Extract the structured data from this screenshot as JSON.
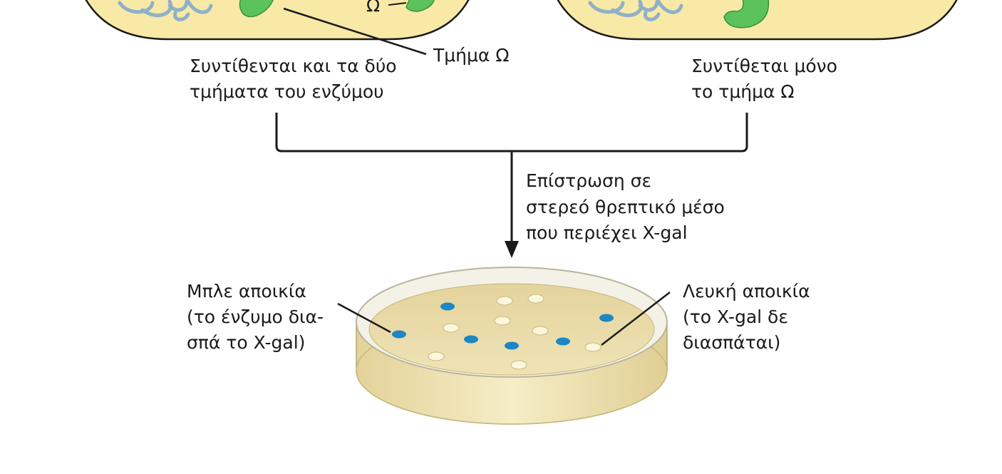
{
  "top_labels": {
    "omega_small": "Ω",
    "segment_omega": "Τμήμα Ω",
    "left_caption": [
      "Συντίθενται και τα δύο",
      "τμήματα του ενζύμου"
    ],
    "right_caption": [
      "Συντίθεται μόνο",
      "το τμήμα Ω"
    ]
  },
  "step_label": [
    "Επίστρωση σε",
    "στερεό θρεπτικό μέσο",
    "που περιέχει X-gal"
  ],
  "blue_colony_label": [
    "Μπλε αποικία",
    "(το ένζυμο δια-",
    "σπά το X-gal)"
  ],
  "white_colony_label": [
    "Λευκή αποικία",
    "(το X-gal δε",
    "διασπάται)"
  ],
  "colors": {
    "cell_fill": "#f8e9a6",
    "cell_outline": "#1a1a1a",
    "dna": "#8fb0c8",
    "enzyme": "#5cc25c",
    "medium": "#eadca6",
    "blue_colony": "#1d86c4",
    "white_colony": "#fbf7dc"
  }
}
